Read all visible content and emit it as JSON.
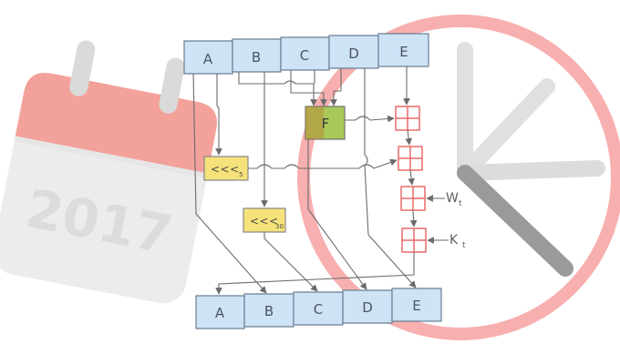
{
  "calendar": {
    "year": "2017",
    "header_color": "#f3a19b",
    "body_color": "#ececec",
    "icon": "calendar-icon"
  },
  "clock": {
    "ring_color": "#f7a6a6",
    "hand_color": "#d6d6d6",
    "hand_dark_color": "#9a9a9a",
    "icon": "clock-icon"
  },
  "diagram": {
    "registers_top": [
      "A",
      "B",
      "C",
      "D",
      "E"
    ],
    "registers_bottom": [
      "A",
      "B",
      "C",
      "D",
      "E"
    ],
    "function_label": "F",
    "rotate_5": {
      "text": "<<<",
      "sub": "5"
    },
    "rotate_30": {
      "text": "<<<",
      "sub": "30"
    },
    "w_input": {
      "text": "W",
      "sub": "t"
    },
    "k_input": {
      "text": "K",
      "sub": "t"
    },
    "register_fill": "#cfe3f7",
    "register_stroke": "#6a7f93",
    "function_fill": "#a8c95a",
    "rotate_fill": "#f5e27a",
    "adder_stroke": "#e86a6a"
  }
}
